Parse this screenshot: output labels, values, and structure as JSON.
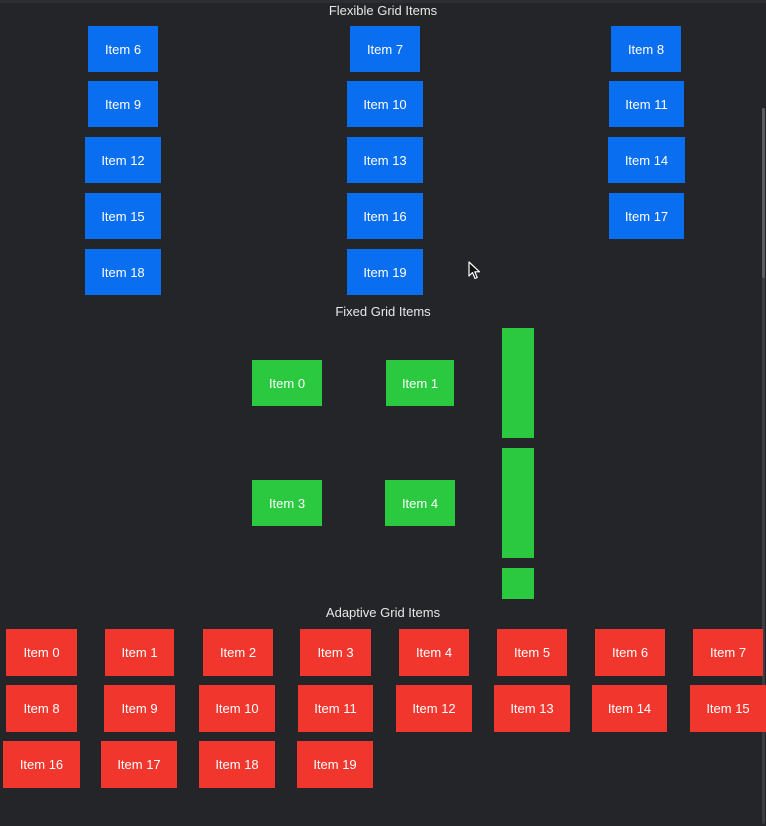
{
  "sections": {
    "flexible": {
      "title": "Flexible Grid Items",
      "items": [
        "Item 6",
        "Item 7",
        "Item 8",
        "Item 9",
        "Item 10",
        "Item 11",
        "Item 12",
        "Item 13",
        "Item 14",
        "Item 15",
        "Item 16",
        "Item 17",
        "Item 18",
        "Item 19"
      ]
    },
    "fixed": {
      "title": "Fixed Grid Items",
      "items": [
        "Item 0",
        "Item 1",
        "Item 3",
        "Item 4"
      ]
    },
    "adaptive": {
      "title": "Adaptive Grid Items",
      "items": [
        "Item 0",
        "Item 1",
        "Item 2",
        "Item 3",
        "Item 4",
        "Item 5",
        "Item 6",
        "Item 7",
        "Item 8",
        "Item 9",
        "Item 10",
        "Item 11",
        "Item 12",
        "Item 13",
        "Item 14",
        "Item 15",
        "Item 16",
        "Item 17",
        "Item 18",
        "Item 19"
      ]
    }
  },
  "colors": {
    "background": "#232528",
    "flexible_tile": "#0a6ef0",
    "fixed_tile": "#2ac940",
    "adaptive_tile": "#f0362d"
  },
  "cursor": {
    "icon": "mouse-pointer-icon"
  }
}
